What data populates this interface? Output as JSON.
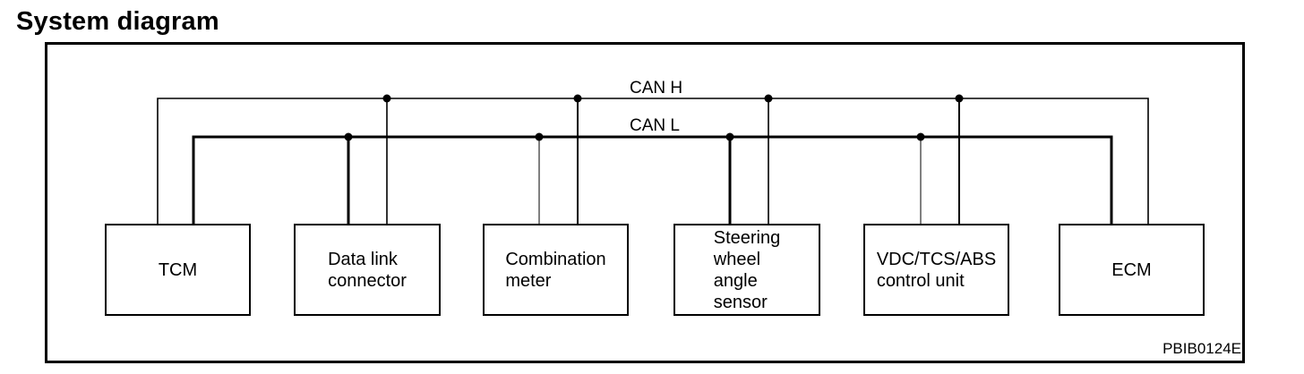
{
  "title": "System diagram",
  "bus": {
    "can_h_label": "CAN H",
    "can_l_label": "CAN L"
  },
  "nodes": [
    {
      "id": "tcm",
      "label": "TCM"
    },
    {
      "id": "data-link-connector",
      "label": "Data link\nconnector"
    },
    {
      "id": "combination-meter",
      "label": "Combination\nmeter"
    },
    {
      "id": "steering-wheel-angle-sensor",
      "label": "Steering\nwheel\nangle\nsensor"
    },
    {
      "id": "vdc-tcs-abs",
      "label": "VDC/TCS/ABS\ncontrol unit"
    },
    {
      "id": "ecm",
      "label": "ECM"
    }
  ],
  "figure_code": "PBIB0124E"
}
